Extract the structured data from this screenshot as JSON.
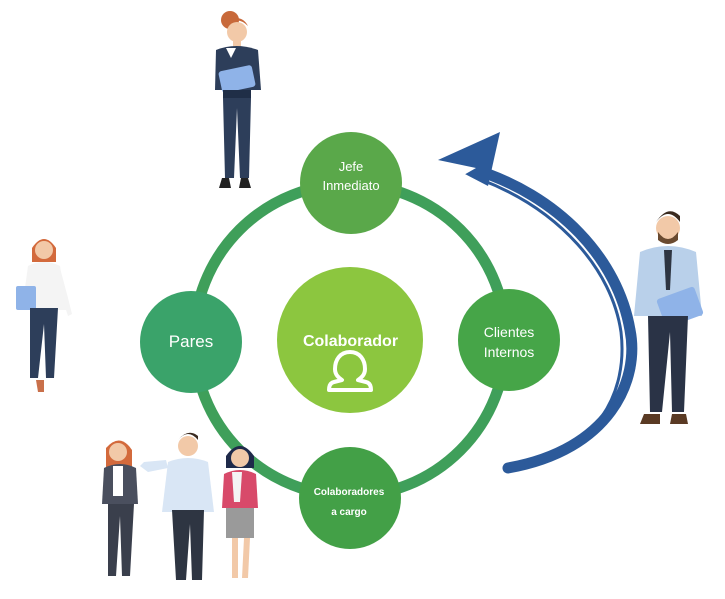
{
  "diagram": {
    "center": {
      "label": "Colaborador",
      "icon": "person-outline-icon",
      "color": "#8cc63f"
    },
    "nodes": {
      "top": {
        "line1": "Jefe",
        "line2": "Inmediato",
        "color": "#5aa84a"
      },
      "right": {
        "line1": "Clientes",
        "line2": "Internos",
        "color": "#46a548"
      },
      "bottom": {
        "line1": "Colaboradores",
        "line2": "a cargo",
        "color": "#43a047"
      },
      "left": {
        "line1": "Pares",
        "color": "#3aa36a"
      }
    },
    "ring_color": "#3f9f5a",
    "arrow_color": "#2c5a9a",
    "figures": [
      "woman-with-folder-top",
      "woman-with-folder-left",
      "group-of-three-people",
      "man-with-folder-right"
    ]
  }
}
